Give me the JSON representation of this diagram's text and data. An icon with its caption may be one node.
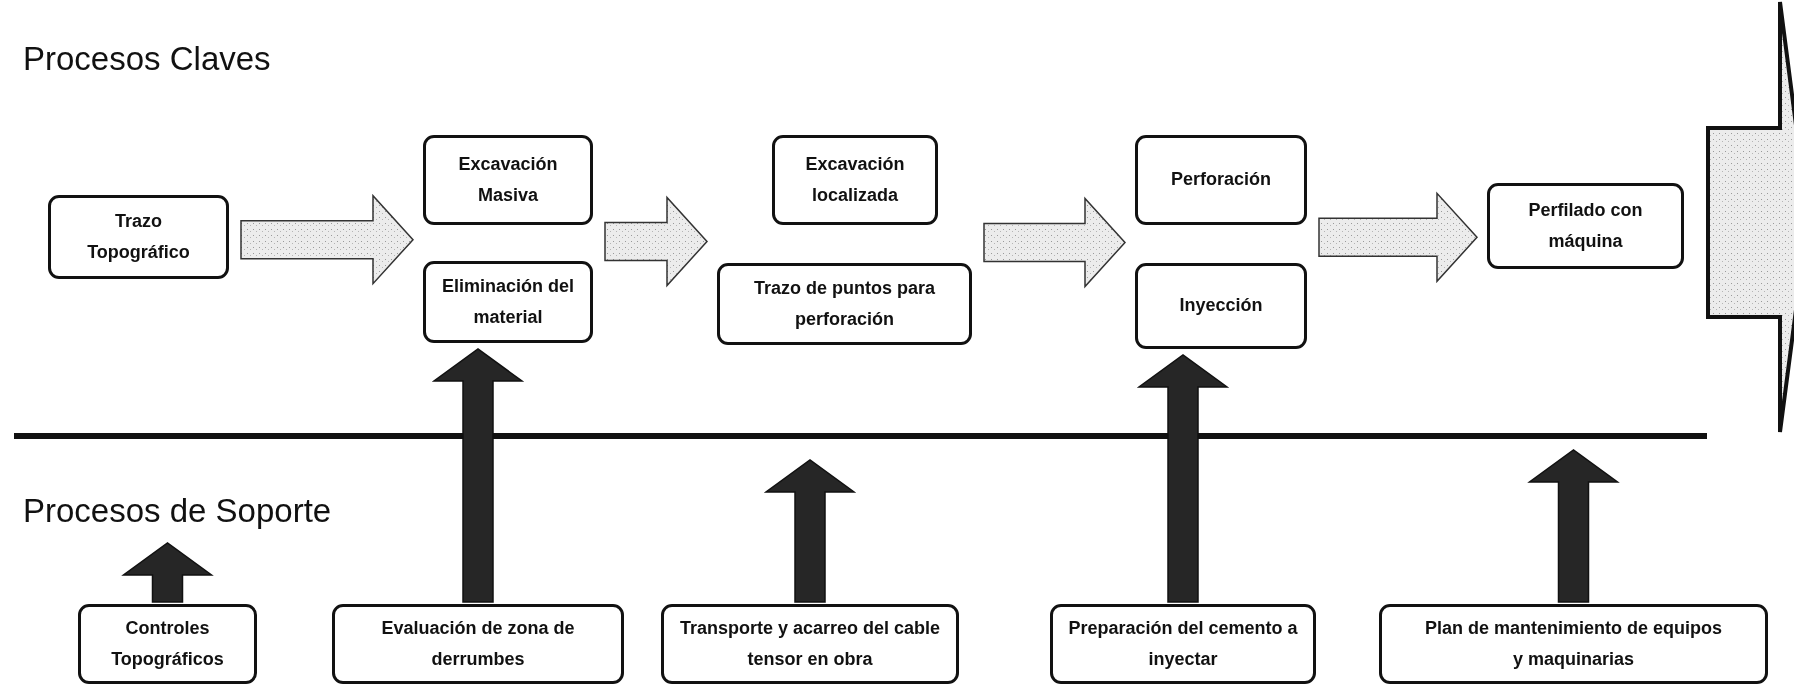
{
  "diagram": {
    "nodes": [
      {
        "text": [
          "Trazo Topográfico"
        ]
      },
      {
        "text": [
          "Excavación Masiva"
        ]
      },
      {
        "text": [
          "Eliminación del material"
        ]
      },
      {
        "text": [
          "Excavación localizada"
        ]
      },
      {
        "text": [
          "Trazo de puntos para perforación"
        ]
      },
      {
        "text": [
          "Perforación"
        ]
      },
      {
        "text": [
          "Inyección"
        ]
      },
      {
        "text": [
          "Perfilado con máquina"
        ]
      },
      {
        "text": [],
        "shape": "arrow"
      },
      {
        "text": [
          "Controles Topográficos"
        ]
      },
      {
        "text": [
          "Evaluación de zona de derrumbes"
        ]
      },
      {
        "text": [
          "Transporte y acarreo del cable tensor en obra"
        ]
      },
      {
        "text": [
          "Preparación del cemento a inyectar"
        ]
      },
      {
        "text": [
          "Plan de mantenimiento de equipos y maquinarias"
        ]
      }
    ],
    "edges": [
      {
        "from": 0,
        "to": 1,
        "arrow": "to"
      },
      {
        "from": 0,
        "to": 2,
        "arrow": "to"
      },
      {
        "from": 1,
        "to": 3,
        "arrow": "to"
      },
      {
        "from": 1,
        "to": 4,
        "arrow": "to"
      },
      {
        "from": 2,
        "to": 3,
        "arrow": "to"
      },
      {
        "from": 2,
        "to": 4,
        "arrow": "to"
      },
      {
        "from": 3,
        "to": 5,
        "arrow": "to"
      },
      {
        "from": 3,
        "to": 6,
        "arrow": "to"
      },
      {
        "from": 4,
        "to": 5,
        "arrow": "to"
      },
      {
        "from": 4,
        "to": 6,
        "arrow": "to"
      },
      {
        "from": 5,
        "to": 7,
        "arrow": "to"
      },
      {
        "from": 6,
        "to": 7,
        "arrow": "to"
      },
      {
        "from": 9,
        "to": null,
        "arrow": "to",
        "style": "thick"
      },
      {
        "from": 10,
        "to": 2,
        "arrow": "to",
        "style": "thick"
      },
      {
        "from": 11,
        "to": null,
        "arrow": "to",
        "style": "thick"
      },
      {
        "from": 12,
        "to": 6,
        "arrow": "to",
        "style": "thick"
      },
      {
        "from": 13,
        "to": null,
        "arrow": "to",
        "style": "thick"
      }
    ],
    "labels": [
      "Procesos Claves",
      "Procesos de Soporte"
    ]
  }
}
